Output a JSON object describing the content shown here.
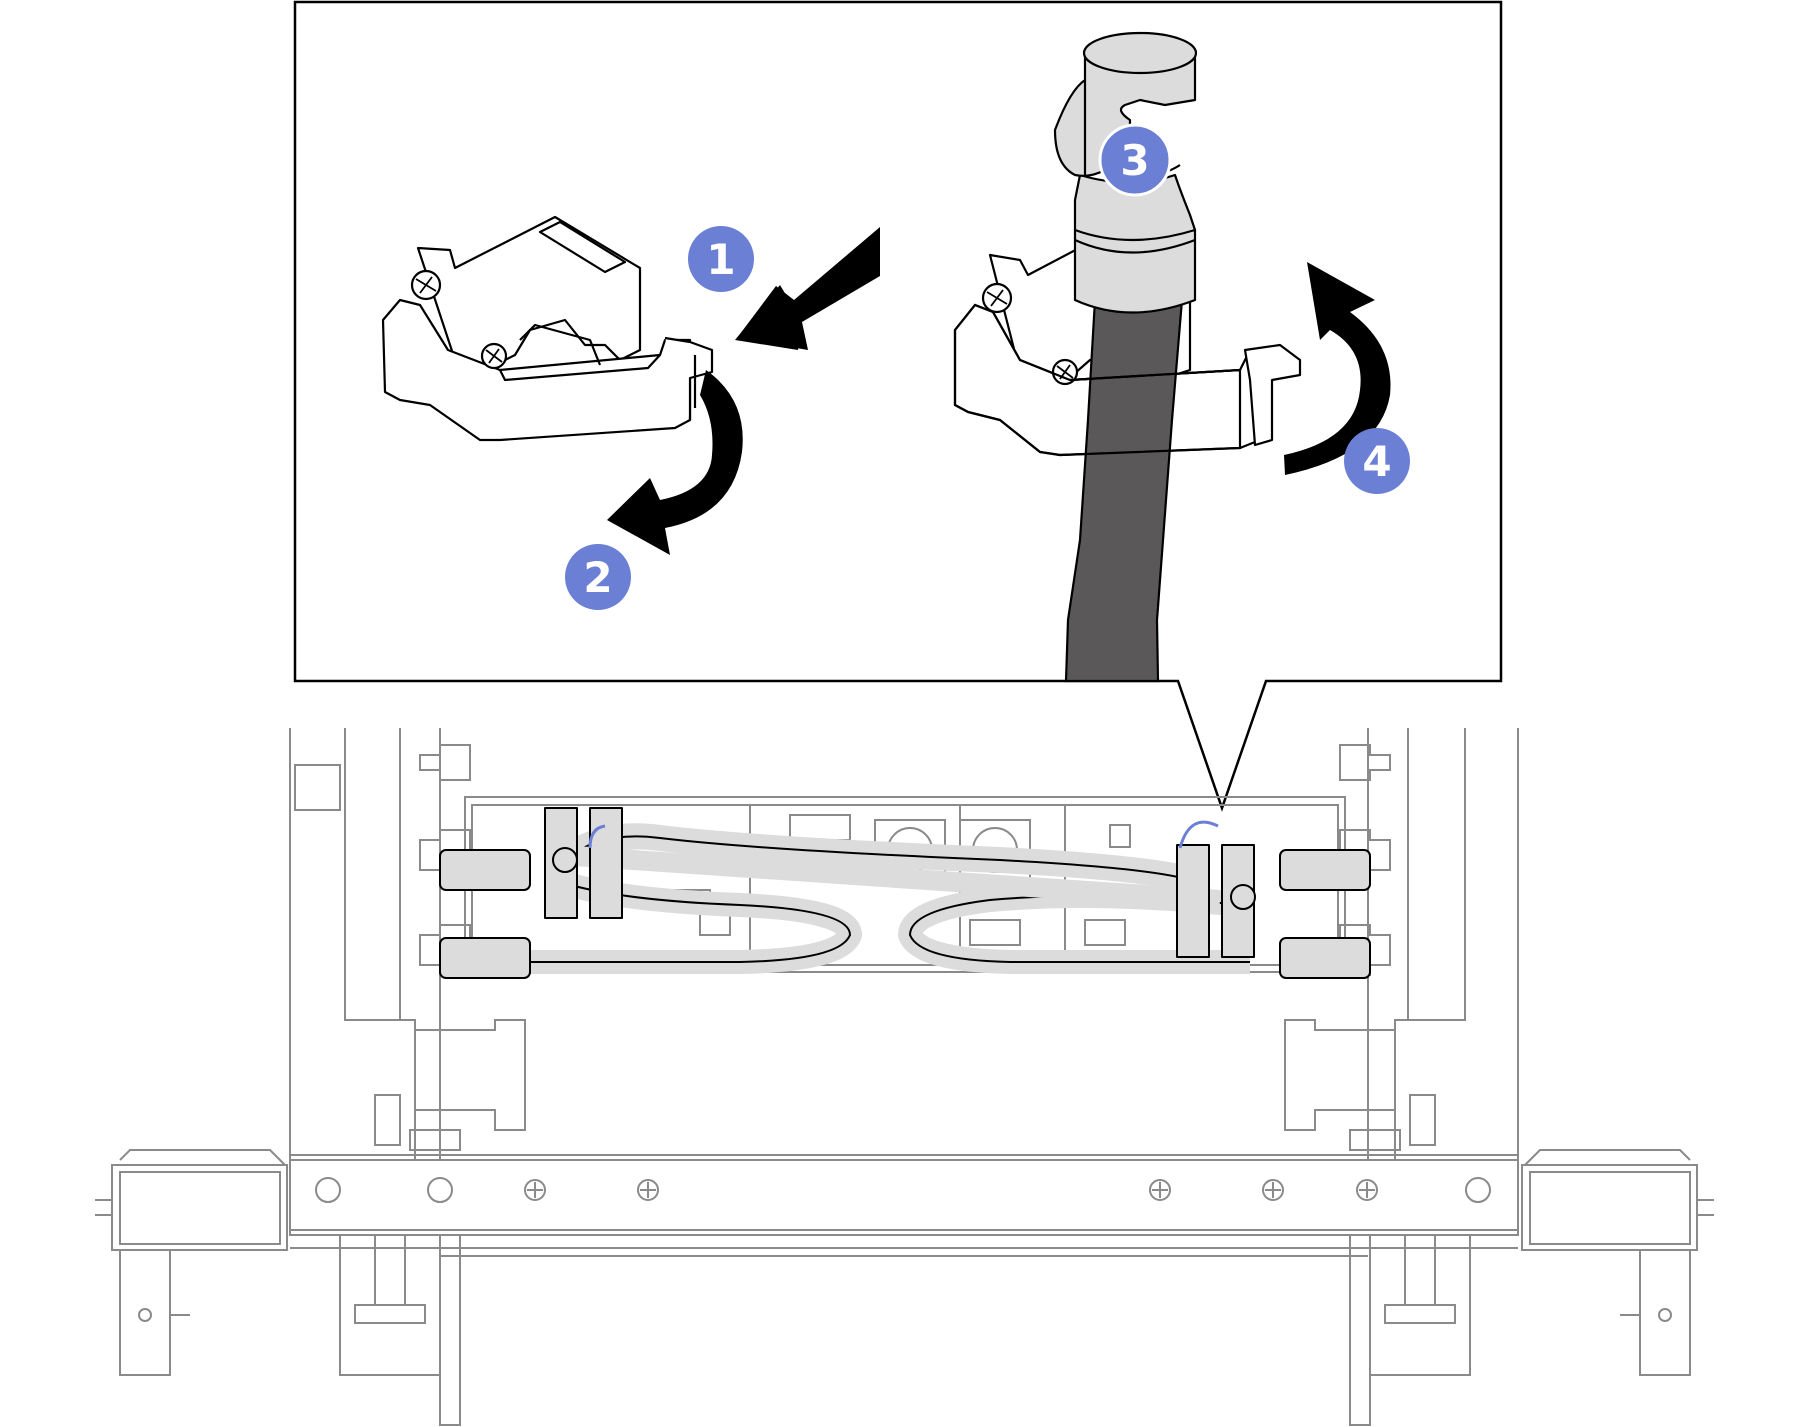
{
  "diagram": {
    "step_marker_color": "#6b7fd4",
    "hose_color": "#5b5859",
    "fitting_color": "#dcdcdc",
    "line_color": "#000000",
    "frame_line_color": "#8a8a8a",
    "arrow_color": "#000000",
    "steps": [
      {
        "label": "1"
      },
      {
        "label": "2"
      },
      {
        "label": "3"
      },
      {
        "label": "4"
      }
    ]
  }
}
